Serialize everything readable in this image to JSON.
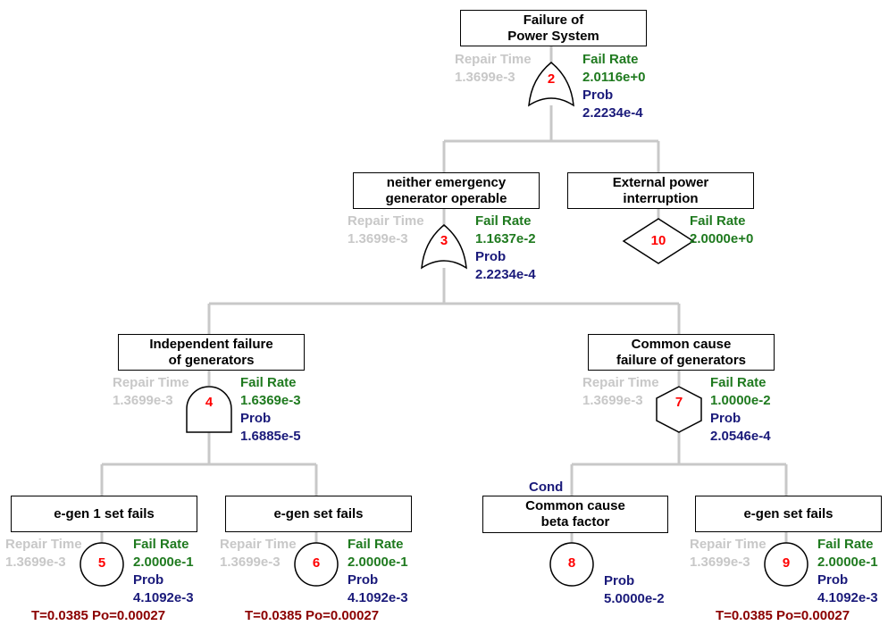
{
  "top": {
    "title": [
      "Failure of",
      "Power System"
    ],
    "repair_label": "Repair Time",
    "repair_value": "1.3699e-3",
    "gate_id": "2",
    "fail_rate_label": "Fail Rate",
    "fail_rate": "2.0116e+0",
    "prob_label": "Prob",
    "prob": "2.2234e-4"
  },
  "emergency": {
    "title": [
      "neither emergency",
      "generator operable"
    ],
    "repair_label": "Repair Time",
    "repair_value": "1.3699e-3",
    "gate_id": "3",
    "fail_rate_label": "Fail Rate",
    "fail_rate": "1.1637e-2",
    "prob_label": "Prob",
    "prob": "2.2234e-4"
  },
  "external": {
    "title": [
      "External power",
      "interruption"
    ],
    "gate_id": "10",
    "fail_rate_label": "Fail Rate",
    "fail_rate": "2.0000e+0"
  },
  "independent": {
    "title": [
      "Independent failure",
      "of generators"
    ],
    "repair_label": "Repair Time",
    "repair_value": "1.3699e-3",
    "gate_id": "4",
    "fail_rate_label": "Fail Rate",
    "fail_rate": "1.6369e-3",
    "prob_label": "Prob",
    "prob": "1.6885e-5"
  },
  "common": {
    "title": [
      "Common cause",
      "failure of generators"
    ],
    "repair_label": "Repair Time",
    "repair_value": "1.3699e-3",
    "gate_id": "7",
    "fail_rate_label": "Fail Rate",
    "fail_rate": "1.0000e-2",
    "prob_label": "Prob",
    "prob": "2.0546e-4"
  },
  "egen1": {
    "title": [
      "e-gen 1 set fails"
    ],
    "repair_label": "Repair Time",
    "repair_value": "1.3699e-3",
    "gate_id": "5",
    "fail_rate_label": "Fail Rate",
    "fail_rate": "2.0000e-1",
    "prob_label": "Prob",
    "prob": "4.1092e-3",
    "tp": "T=0.0385 Po=0.00027"
  },
  "egen6": {
    "title": [
      "e-gen set fails"
    ],
    "repair_label": "Repair Time",
    "repair_value": "1.3699e-3",
    "gate_id": "6",
    "fail_rate_label": "Fail Rate",
    "fail_rate": "2.0000e-1",
    "prob_label": "Prob",
    "prob": "4.1092e-3",
    "tp": "T=0.0385 Po=0.00027"
  },
  "beta": {
    "cond": "Cond",
    "title": [
      "Common cause",
      "beta factor"
    ],
    "gate_id": "8",
    "prob_label": "Prob",
    "prob": "5.0000e-2"
  },
  "egen9": {
    "title": [
      "e-gen set fails"
    ],
    "repair_label": "Repair Time",
    "repair_value": "1.3699e-3",
    "gate_id": "9",
    "fail_rate_label": "Fail Rate",
    "fail_rate": "2.0000e-1",
    "prob_label": "Prob",
    "prob": "4.1092e-3",
    "tp": "T=0.0385 Po=0.00027"
  },
  "colors": {
    "connector": "#c8c8c8",
    "gate_number": "#ff0000",
    "fail_rate": "#1f7a1f",
    "prob": "#1a1a7a",
    "repair": "#c8c8c8",
    "tp": "#8b0000"
  }
}
